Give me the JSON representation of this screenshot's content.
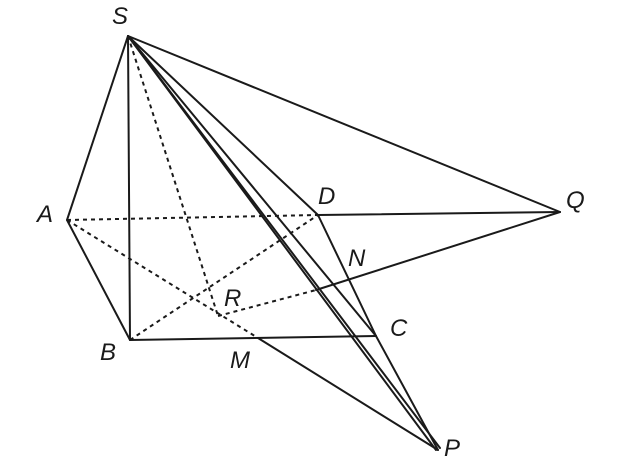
{
  "labels": {
    "S": "S",
    "A": "A",
    "B": "B",
    "C": "C",
    "D": "D",
    "Q": "Q",
    "N": "N",
    "R": "R",
    "M": "M",
    "P": "P"
  }
}
